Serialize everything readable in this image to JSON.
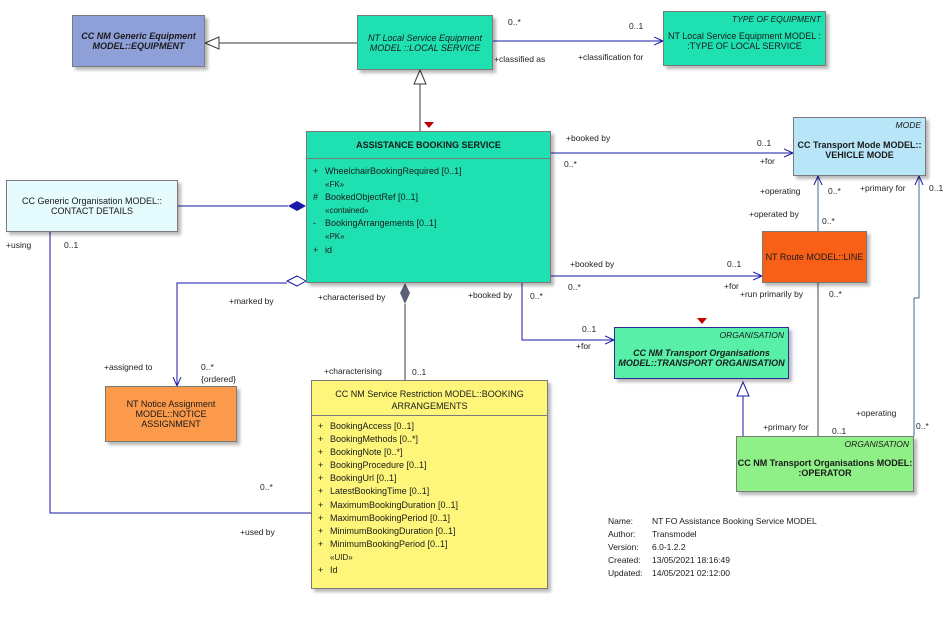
{
  "elements": {
    "generic_equipment": {
      "title_line1": "CC NM Generic Equipment",
      "title_line2": "MODEL::EQUIPMENT"
    },
    "local_service_equipment": {
      "title_line1": "NT Local Service Equipment",
      "title_line2": "MODEL ::LOCAL SERVICE"
    },
    "type_of_equipment": {
      "stereotype": "TYPE OF EQUIPMENT",
      "title_line1": "NT Local Service Equipment MODEL :",
      "title_line2": ":TYPE OF LOCAL SERVICE"
    },
    "assistance_booking_service": {
      "title": "ASSISTANCE BOOKING SERVICE",
      "attributes": [
        {
          "vis": "+",
          "text": "WheelchairBookingRequired [0..1]"
        },
        {
          "vis": "",
          "text": "«FK»",
          "stereo": true
        },
        {
          "vis": "#",
          "text": "BookedObjectRef [0..1]"
        },
        {
          "vis": "",
          "text": "«contained»",
          "stereo": true
        },
        {
          "vis": "-",
          "text": "BookingArrangements [0..1]"
        },
        {
          "vis": "",
          "text": "«PK»",
          "stereo": true
        },
        {
          "vis": "+",
          "text": "id"
        }
      ]
    },
    "contact_details": {
      "title_line1": "CC Generic Organisation MODEL::",
      "title_line2": "CONTACT DETAILS"
    },
    "vehicle_mode": {
      "stereotype": "MODE",
      "title_line1": "CC Transport Mode MODEL::",
      "title_line2": "VEHICLE MODE"
    },
    "line": {
      "title": "NT Route MODEL::LINE"
    },
    "transport_organisation": {
      "stereotype": "ORGANISATION",
      "title_line1": "CC NM Transport Organisations",
      "title_line2": "MODEL::TRANSPORT ORGANISATION"
    },
    "notice_assignment": {
      "title_line1": "NT Notice Assignment",
      "title_line2": "MODEL::NOTICE",
      "title_line3": "ASSIGNMENT"
    },
    "booking_arrangements": {
      "title_line1": "CC NM Service Restriction MODEL::BOOKING",
      "title_line2": "ARRANGEMENTS",
      "attributes": [
        {
          "vis": "+",
          "text": "BookingAccess [0..1]"
        },
        {
          "vis": "+",
          "text": "BookingMethods [0..*]"
        },
        {
          "vis": "+",
          "text": "BookingNote [0..*]"
        },
        {
          "vis": "+",
          "text": "BookingProcedure [0..1]"
        },
        {
          "vis": "+",
          "text": "BookingUrl [0..1]"
        },
        {
          "vis": "+",
          "text": "LatestBookingTime [0..1]"
        },
        {
          "vis": "+",
          "text": "MaximumBookingDuration [0..1]"
        },
        {
          "vis": "+",
          "text": "MaximumBookingPeriod [0..1]"
        },
        {
          "vis": "+",
          "text": "MinimumBookingDuration [0..1]"
        },
        {
          "vis": "+",
          "text": "MinimumBookingPeriod [0..1]"
        },
        {
          "vis": "",
          "text": "«UID»",
          "stereo": true
        },
        {
          "vis": "+",
          "text": "Id"
        }
      ]
    },
    "operator": {
      "stereotype": "ORGANISATION",
      "title_line1": "CC NM Transport Organisations MODEL:",
      "title_line2": ":OPERATOR"
    }
  },
  "labels": {
    "mult_0_star_a": "0..*",
    "mult_0_1_a": "0..1",
    "classified_as": "+classified as",
    "classification_for": "+classification for",
    "booked_by_a": "+booked by",
    "mult_0_1_b": "0..1",
    "mult_0_star_b": "0..*",
    "for_a": "+for",
    "operating_a": "+operating",
    "mult_0_star_c": "0..*",
    "primary_for_a": "+primary for",
    "mult_0_1_c": "0..1",
    "operated_by": "+operated by",
    "mult_0_star_d": "0..*",
    "using": "+using",
    "mult_0_1_d": "0..1",
    "booked_by_b": "+booked by",
    "mult_0_1_e": "0..1",
    "mult_0_star_e": "0..*",
    "for_b": "+for",
    "run_primarily_by": "+run primarily by",
    "mult_0_star_f": "0..*",
    "marked_by": "+marked by",
    "characterised_by": "+characterised by",
    "booked_by_c": "+booked by",
    "mult_0_star_g": "0..*",
    "mult_0_1_f": "0..1",
    "for_c": "+for",
    "assigned_to": "+assigned to",
    "mult_0_star_h": "0..*",
    "ordered": "{ordered}",
    "characterising": "+characterising",
    "mult_0_1_g": "0..1",
    "primary_for_b": "+primary for",
    "mult_0_1_h": "0..1",
    "operating_b": "+operating",
    "mult_0_star_i": "0..*",
    "mult_0_star_j": "0..*",
    "used_by": "+used by"
  },
  "metadata": {
    "name_key": "Name:",
    "name": "NT FO Assistance Booking Service MODEL",
    "author_key": "Author:",
    "author": "Transmodel",
    "version_key": "Version:",
    "version": "6.0-1.2.2",
    "created_key": "Created:",
    "created": "13/05/2021 18:16:49",
    "updated_key": "Updated:",
    "updated": "14/05/2021 02:12:00"
  },
  "colors": {
    "generic_equipment": "#8fa0d8",
    "teal": "#1fe0b0",
    "contact_details": "#e6fbfd",
    "vehicle_mode": "#b8e6f8",
    "line": "#f86018",
    "transport_organisation": "#58f0a8",
    "notice_assignment": "#fb9a4a",
    "booking_arrangements": "#fdf67a",
    "operator": "#90f088",
    "connector": "#1a1aa8"
  }
}
